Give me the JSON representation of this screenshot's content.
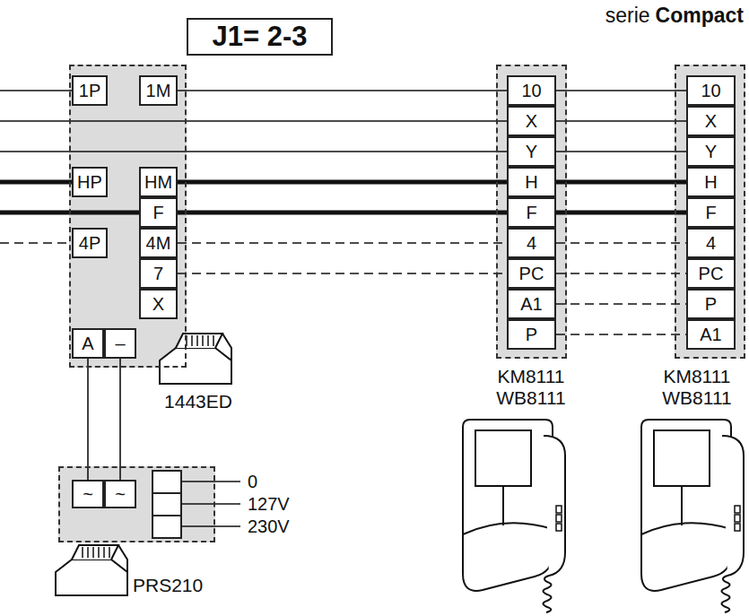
{
  "diagram": {
    "nodes": [
      {
        "text": [
          "J1= 2-3"
        ]
      },
      {
        "text": [
          "1443ED"
        ]
      },
      {
        "text": [
          "1P"
        ],
        "in": 1
      },
      {
        "text": [
          "1M"
        ],
        "in": 1
      },
      {
        "text": [
          "HP"
        ],
        "in": 1
      },
      {
        "text": [
          "HM"
        ],
        "in": 1
      },
      {
        "text": [
          "F"
        ],
        "in": 1
      },
      {
        "text": [
          "4P"
        ],
        "in": 1
      },
      {
        "text": [
          "4M"
        ],
        "in": 1
      },
      {
        "text": [
          "7"
        ],
        "in": 1
      },
      {
        "text": [
          "X"
        ],
        "in": 1
      },
      {
        "text": [
          "A"
        ],
        "in": 1
      },
      {
        "text": [
          "–"
        ],
        "in": 1
      },
      {
        "text": [
          "KM8111 WB8111"
        ]
      },
      {
        "text": [
          "10"
        ],
        "in": 13
      },
      {
        "text": [
          "X"
        ],
        "in": 13
      },
      {
        "text": [
          "Y"
        ],
        "in": 13
      },
      {
        "text": [
          "H"
        ],
        "in": 13
      },
      {
        "text": [
          "F"
        ],
        "in": 13
      },
      {
        "text": [
          "4"
        ],
        "in": 13
      },
      {
        "text": [
          "PC"
        ],
        "in": 13
      },
      {
        "text": [
          "A1"
        ],
        "in": 13
      },
      {
        "text": [
          "P"
        ],
        "in": 13
      },
      {
        "text": [
          "KM8111 WB8111"
        ]
      },
      {
        "text": [
          "10"
        ],
        "in": 23
      },
      {
        "text": [
          "X"
        ],
        "in": 23
      },
      {
        "text": [
          "Y"
        ],
        "in": 23
      },
      {
        "text": [
          "H"
        ],
        "in": 23
      },
      {
        "text": [
          "F"
        ],
        "in": 23
      },
      {
        "text": [
          "4"
        ],
        "in": 23
      },
      {
        "text": [
          "PC"
        ],
        "in": 23
      },
      {
        "text": [
          "P"
        ],
        "in": 23
      },
      {
        "text": [
          "A1"
        ],
        "in": 23
      },
      {
        "text": [
          "PRS210"
        ]
      },
      {
        "text": [
          "~"
        ],
        "in": 33
      },
      {
        "text": [
          "~"
        ],
        "in": 33
      }
    ],
    "edges": [
      {
        "from": 3,
        "to": 14,
        "arrow": "none"
      },
      {
        "from": 14,
        "to": 24,
        "arrow": "none"
      },
      {
        "from": 15,
        "to": 25,
        "arrow": "none"
      },
      {
        "from": 16,
        "to": 26,
        "arrow": "none"
      },
      {
        "from": 5,
        "to": 17,
        "arrow": "none"
      },
      {
        "from": 17,
        "to": 27,
        "arrow": "none"
      },
      {
        "from": 6,
        "to": 18,
        "arrow": "none"
      },
      {
        "from": 18,
        "to": 28,
        "arrow": "none"
      },
      {
        "from": 8,
        "to": 19,
        "arrow": "none"
      },
      {
        "from": 19,
        "to": 29,
        "arrow": "none"
      },
      {
        "from": 9,
        "to": 20,
        "arrow": "none"
      },
      {
        "from": 20,
        "to": 30,
        "arrow": "none"
      },
      {
        "from": 21,
        "to": 31,
        "arrow": "none"
      },
      {
        "from": 22,
        "to": 32,
        "arrow": "none"
      },
      {
        "from": 11,
        "to": 34,
        "arrow": "none"
      },
      {
        "from": 12,
        "to": 35,
        "arrow": "none"
      }
    ],
    "labels": [
      "serie",
      "Compact",
      "0",
      "127V",
      "230V"
    ]
  }
}
